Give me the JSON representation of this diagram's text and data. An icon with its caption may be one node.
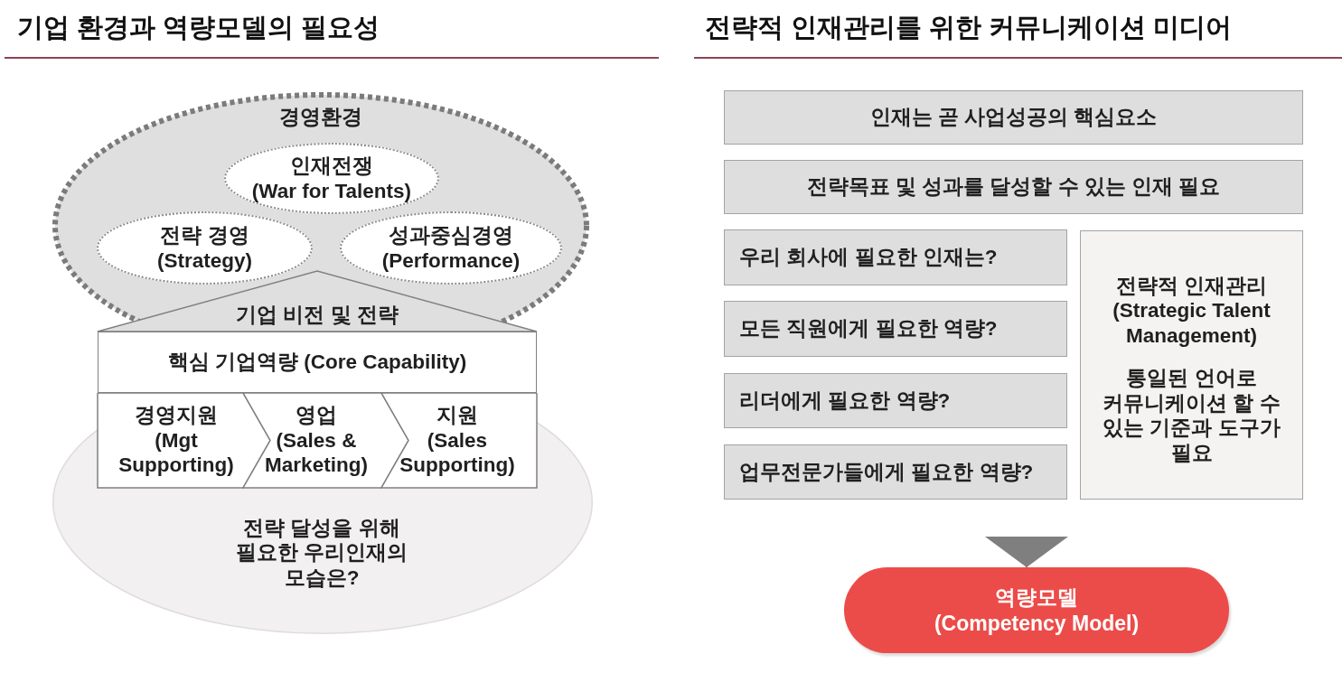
{
  "diagram": {
    "nodes": [
      {
        "text": [
          "경영환경"
        ]
      },
      {
        "text": [
          "인재전쟁",
          "(War for Talents)"
        ],
        "in": 0
      },
      {
        "text": [
          "전략 경영",
          "(Strategy)"
        ],
        "in": 0
      },
      {
        "text": [
          "성과중심경영",
          "(Performance)"
        ],
        "in": 0
      },
      {
        "text": [
          "기업 비전 및 전략"
        ],
        "in": 0
      },
      {
        "text": [
          "핵심 기업역량 (Core Capability)"
        ]
      },
      {
        "text": [
          "경영지원",
          "(Mgt Supporting)"
        ],
        "in": 9
      },
      {
        "text": [
          "영업",
          "(Sales & Marketing)"
        ],
        "in": 9
      },
      {
        "text": [
          "지원",
          "(Sales Supporting)"
        ],
        "in": 9
      },
      {
        "text": [
          "전략 달성을 위해 필요한 우리인재의 모습은?"
        ]
      },
      {
        "text": [
          "인재는 곧 사업성공의 핵심요소"
        ]
      },
      {
        "text": [
          "전략목표 및 성과를 달성할 수 있는 인재 필요"
        ]
      },
      {
        "text": [
          "우리 회사에 필요한 인재는?"
        ]
      },
      {
        "text": [
          "모든 직원에게 필요한 역량?"
        ]
      },
      {
        "text": [
          "리더에게 필요한 역량?"
        ]
      },
      {
        "text": [
          "업무전문가들에게 필요한 역량?"
        ]
      },
      {
        "text": [
          "전략적 인재관리",
          "(Strategic Talent Management)",
          "통일된 언어로 커뮤니케이션 할 수 있는 기준과 도구가 필요"
        ]
      },
      {
        "text": [
          "역량모델",
          "(Competency Model)"
        ]
      }
    ],
    "edges": [
      {
        "from": null,
        "to": 17,
        "arrow": "to"
      }
    ],
    "labels": [
      "기업 환경과 역량모델의 필요성",
      "전략적 인재관리를 위한 커뮤니케이션 미디어"
    ]
  }
}
